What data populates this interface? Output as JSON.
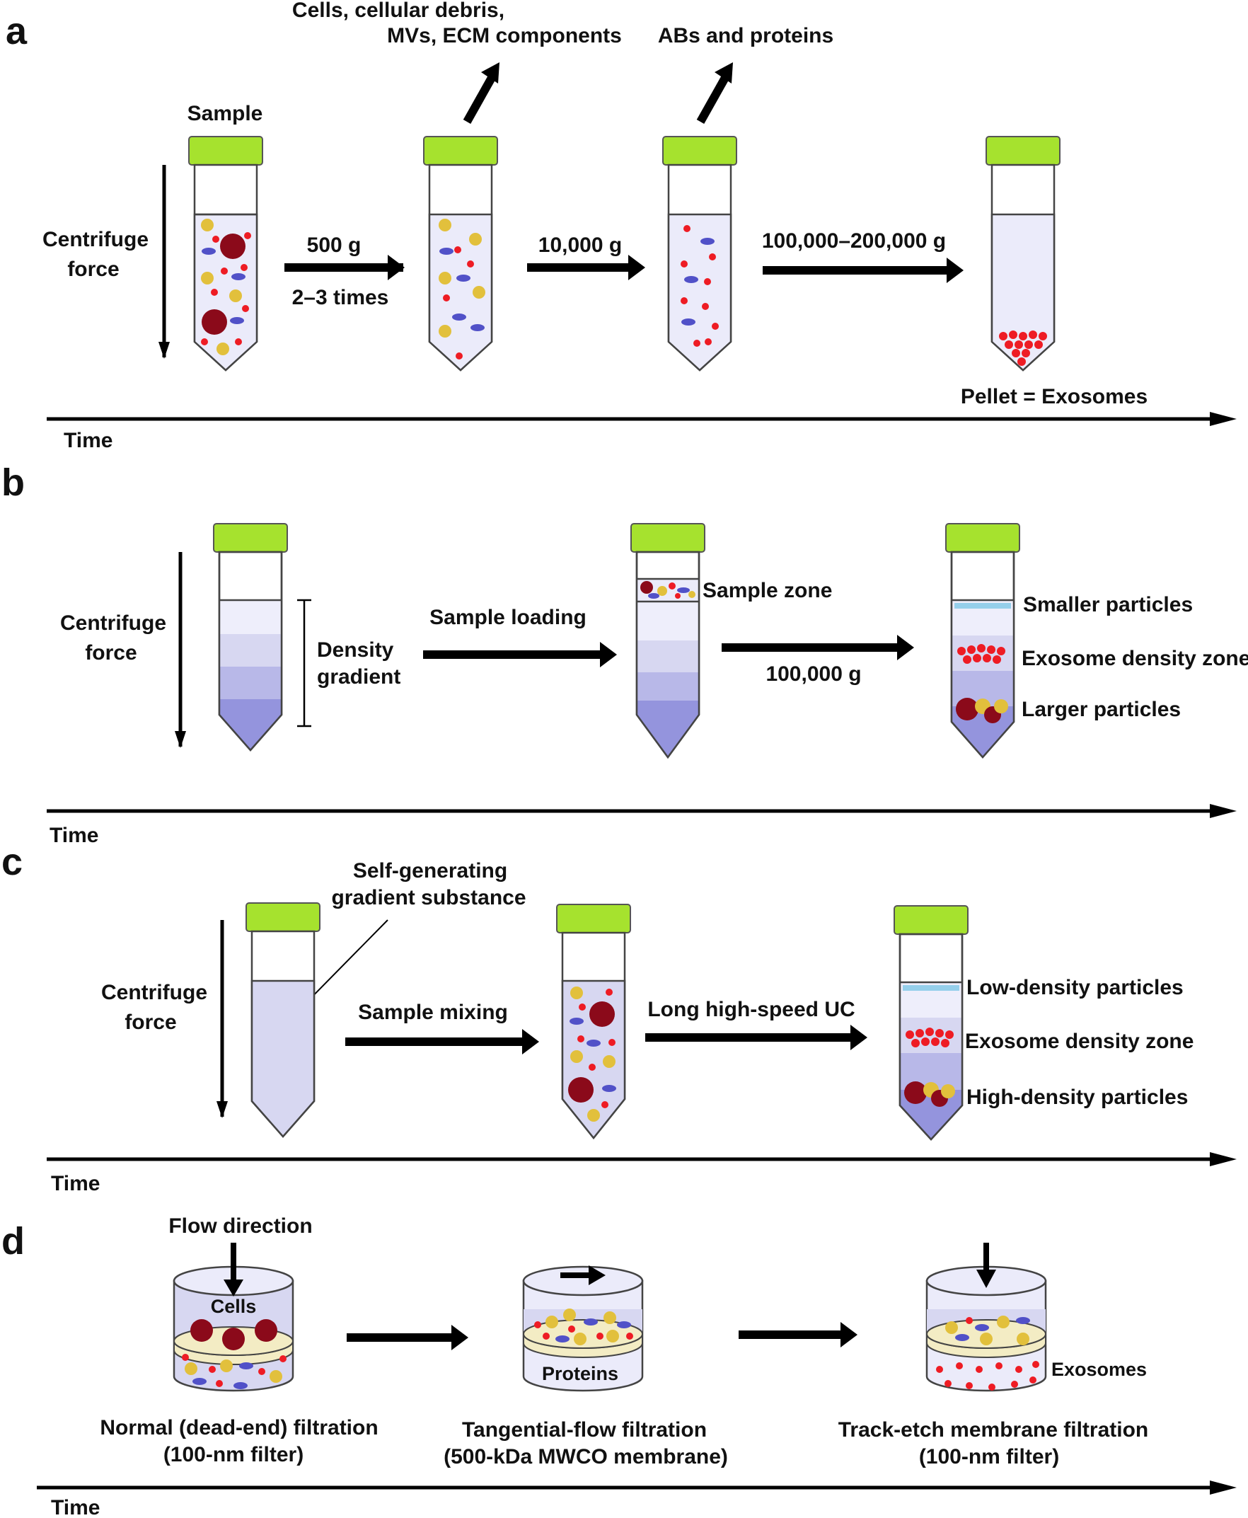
{
  "colors": {
    "cap": "#a6e22e",
    "cap_border": "#555555",
    "tube_fill": "#ebebfa",
    "gradient": [
      "#eeeefb",
      "#d7d7f1",
      "#b8b8e8",
      "#9494dd"
    ],
    "red_dot": "#ee1c24",
    "dark_red": "#8b0a1a",
    "yellow": "#e2c03c",
    "blue": "#5151c8",
    "cyan_dot": "#28a8d8",
    "filter_membrane": "#f3ecc4",
    "arrow": "#000000"
  },
  "panel_a": {
    "letter": "a",
    "sample_label": "Sample",
    "force_label": [
      "Centrifuge",
      "force"
    ],
    "step1_speed": "500 g",
    "step1_repeat": "2–3 times",
    "step2_speed": "10,000 g",
    "step3_speed": "100,000–200,000 g",
    "removed1": [
      "Cells, cellular debris,",
      "MVs, ECM components"
    ],
    "removed2": "ABs and proteins",
    "pellet_label": "Pellet = Exosomes",
    "time_label": "Time"
  },
  "panel_b": {
    "letter": "b",
    "force_label": [
      "Centrifuge",
      "force"
    ],
    "gradient_label": [
      "Density",
      "gradient"
    ],
    "loading_label": "Sample loading",
    "sample_zone_label": "Sample zone",
    "speed": "100,000 g",
    "layer_labels": [
      "Smaller particles",
      "Exosome density zone",
      "Larger particles"
    ],
    "time_label": "Time"
  },
  "panel_c": {
    "letter": "c",
    "force_label": [
      "Centrifuge",
      "force"
    ],
    "substance_label": [
      "Self-generating",
      "gradient substance"
    ],
    "mixing_label": "Sample mixing",
    "uc_label": "Long high-speed UC",
    "layer_labels": [
      "Low-density particles",
      "Exosome density zone",
      "High-density particles"
    ],
    "time_label": "Time"
  },
  "panel_d": {
    "letter": "d",
    "flow_label": "Flow direction",
    "cells_label": "Cells",
    "proteins_label": "Proteins",
    "exosomes_label": "Exosomes",
    "filter1": [
      "Normal (dead-end) filtration",
      "(100-nm filter)"
    ],
    "filter2": [
      "Tangential-flow filtration",
      "(500-kDa MWCO membrane)"
    ],
    "filter3": [
      "Track-etch membrane filtration",
      "(100-nm filter)"
    ],
    "time_label": "Time"
  }
}
